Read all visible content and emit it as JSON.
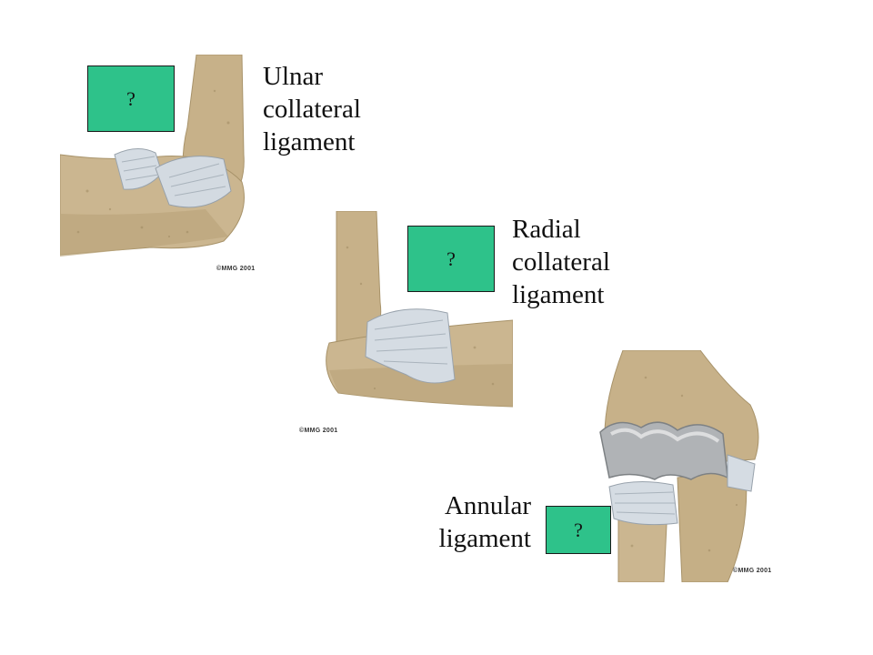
{
  "slide": {
    "background": "#ffffff",
    "answer_box_color": "#2ec28a"
  },
  "labels": {
    "ulnar": [
      "Ulnar",
      "collateral",
      "ligament"
    ],
    "radial": [
      "Radial",
      "collateral",
      "ligament"
    ],
    "annular": [
      "Annular",
      "ligament"
    ]
  },
  "answer_boxes": {
    "ulnar": "?",
    "radial": "?",
    "annular": "?"
  },
  "copyright": {
    "image1": "©MMG 2001",
    "image2": "©MMG 2001",
    "image3": "©MMG 2001"
  },
  "colors": {
    "bone": "#c9b48f",
    "bone_shadow": "#9c875f",
    "ligament": "#cfd6dd",
    "cartilage": "#a9acaf"
  }
}
